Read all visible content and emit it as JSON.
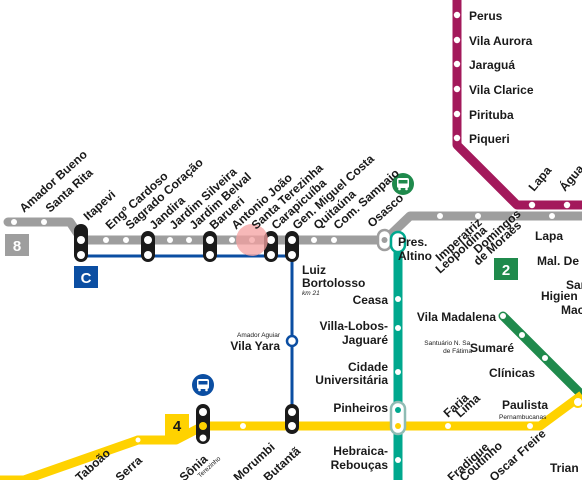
{
  "lines": {
    "line7": {
      "color": "#a3195b"
    },
    "line8": {
      "color": "#9e9e9e",
      "badge": "8"
    },
    "lineC": {
      "color": "#0b4ea2",
      "badge": "C"
    },
    "line9": {
      "color": "#00a88e"
    },
    "line2": {
      "color": "#1f8a4c",
      "badge": "2"
    },
    "line4": {
      "color": "#ffd200",
      "badge": "4"
    }
  },
  "stations": {
    "perus": "Perus",
    "vila_aurora": "Vila Aurora",
    "jaragua": "Jaraguá",
    "vila_clarice": "Vila Clarice",
    "pirituba": "Pirituba",
    "piqueri": "Piqueri",
    "lapa_top": "Lapa",
    "agua": "Água",
    "lapa_mid": "Lapa",
    "mal_de": "Mal. De",
    "santa_right": "Santa",
    "amador_bueno": "Amador Bueno",
    "santa_rita": "Santa Rita",
    "itapevi": "Itapevi",
    "eng_cardoso": "Engº Cardoso",
    "sagrado_coracao": "Sagrado Coração",
    "jandira": "Jandira",
    "jardim_silveira": "Jardim Silveira",
    "jardim_belval": "Jardim Belval",
    "barueri": "Barueri",
    "antonio_joao": "Antonio João",
    "santa_terezinha": "Santa Terezinha",
    "carapicuiba": "Carapicuíba",
    "gen_miguel_costa": "Gen. Miguel Costa",
    "quitauna": "Quitaúna",
    "com_sampaio": "Com. Sampaio",
    "osasco": "Osasco",
    "pres_altino_1": "Pres.",
    "pres_altino_2": "Altino",
    "imperatriz_1": "Imperatriz",
    "imperatriz_2": "Leopoldina",
    "domingos_1": "Domingos",
    "domingos_2": "de Moraes",
    "luiz_1": "Luiz",
    "luiz_2": "Bortolosso",
    "luiz_km": "km 21",
    "ceasa": "Ceasa",
    "villa_lobos_1": "Villa-Lobos-",
    "villa_lobos_2": "Jaguaré",
    "vila_madalena": "Vila Madalena",
    "higien": "Higien",
    "mac": "Mac",
    "amador_aguiar": "Amador Aguiar",
    "vila_yara": "Vila Yara",
    "cidade_univ_1": "Cidade",
    "cidade_univ_2": "Universitária",
    "santuario_1": "Santuário N. Sa.",
    "santuario_2": "de Fátima",
    "sumare": "Sumaré",
    "clinicas": "Clínicas",
    "pinheiros": "Pinheiros",
    "faria_1": "Faria",
    "faria_2": "Lima",
    "paulista": "Paulista",
    "pernambucanas": "Pernambucanas",
    "hebraica_1": "Hebraica-",
    "hebraica_2": "Rebouças",
    "fradique_1": "Fradique",
    "fradique_2": "Coutinho",
    "oscar_freire": "Oscar Freire",
    "trian": "Trian",
    "taboao": "Taboão",
    "serra": "Serra",
    "sonia_1": "Sônia",
    "sonia_2": "Terezinho",
    "morumbi": "Morumbi",
    "butanta": "Butantã"
  }
}
